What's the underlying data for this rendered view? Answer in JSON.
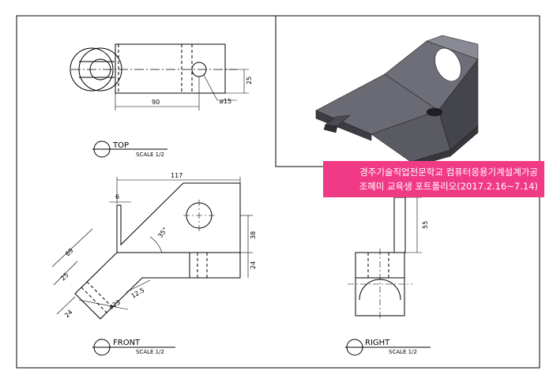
{
  "views": {
    "top": {
      "title": "TOP",
      "scale": "SCALE 1/2"
    },
    "front": {
      "title": "FRONT",
      "scale": "SCALE 1/2"
    },
    "right": {
      "title": "RIGHT",
      "scale": "SCALE 1/2"
    }
  },
  "dimensions": {
    "top_length": "90",
    "top_hole": "ø15",
    "top_height": "25",
    "front_width": "117",
    "front_offset": "6",
    "front_angle": "35°",
    "front_upper": "38",
    "front_lower": "24",
    "front_slant": "69",
    "front_slot_a": "25",
    "front_slot_b": "24",
    "front_slot_c": "ø23",
    "front_slot_d": "12.5",
    "right_height": "55"
  },
  "banner": {
    "line1": "경주기술직업전문학교 컴퓨터응용기계설계가공",
    "line2": "조혜미 교육생 포트폴리오(2017.2.16~7.14)"
  },
  "colors": {
    "banner": "#f03a86",
    "line": "#000000",
    "model": "#585862"
  }
}
